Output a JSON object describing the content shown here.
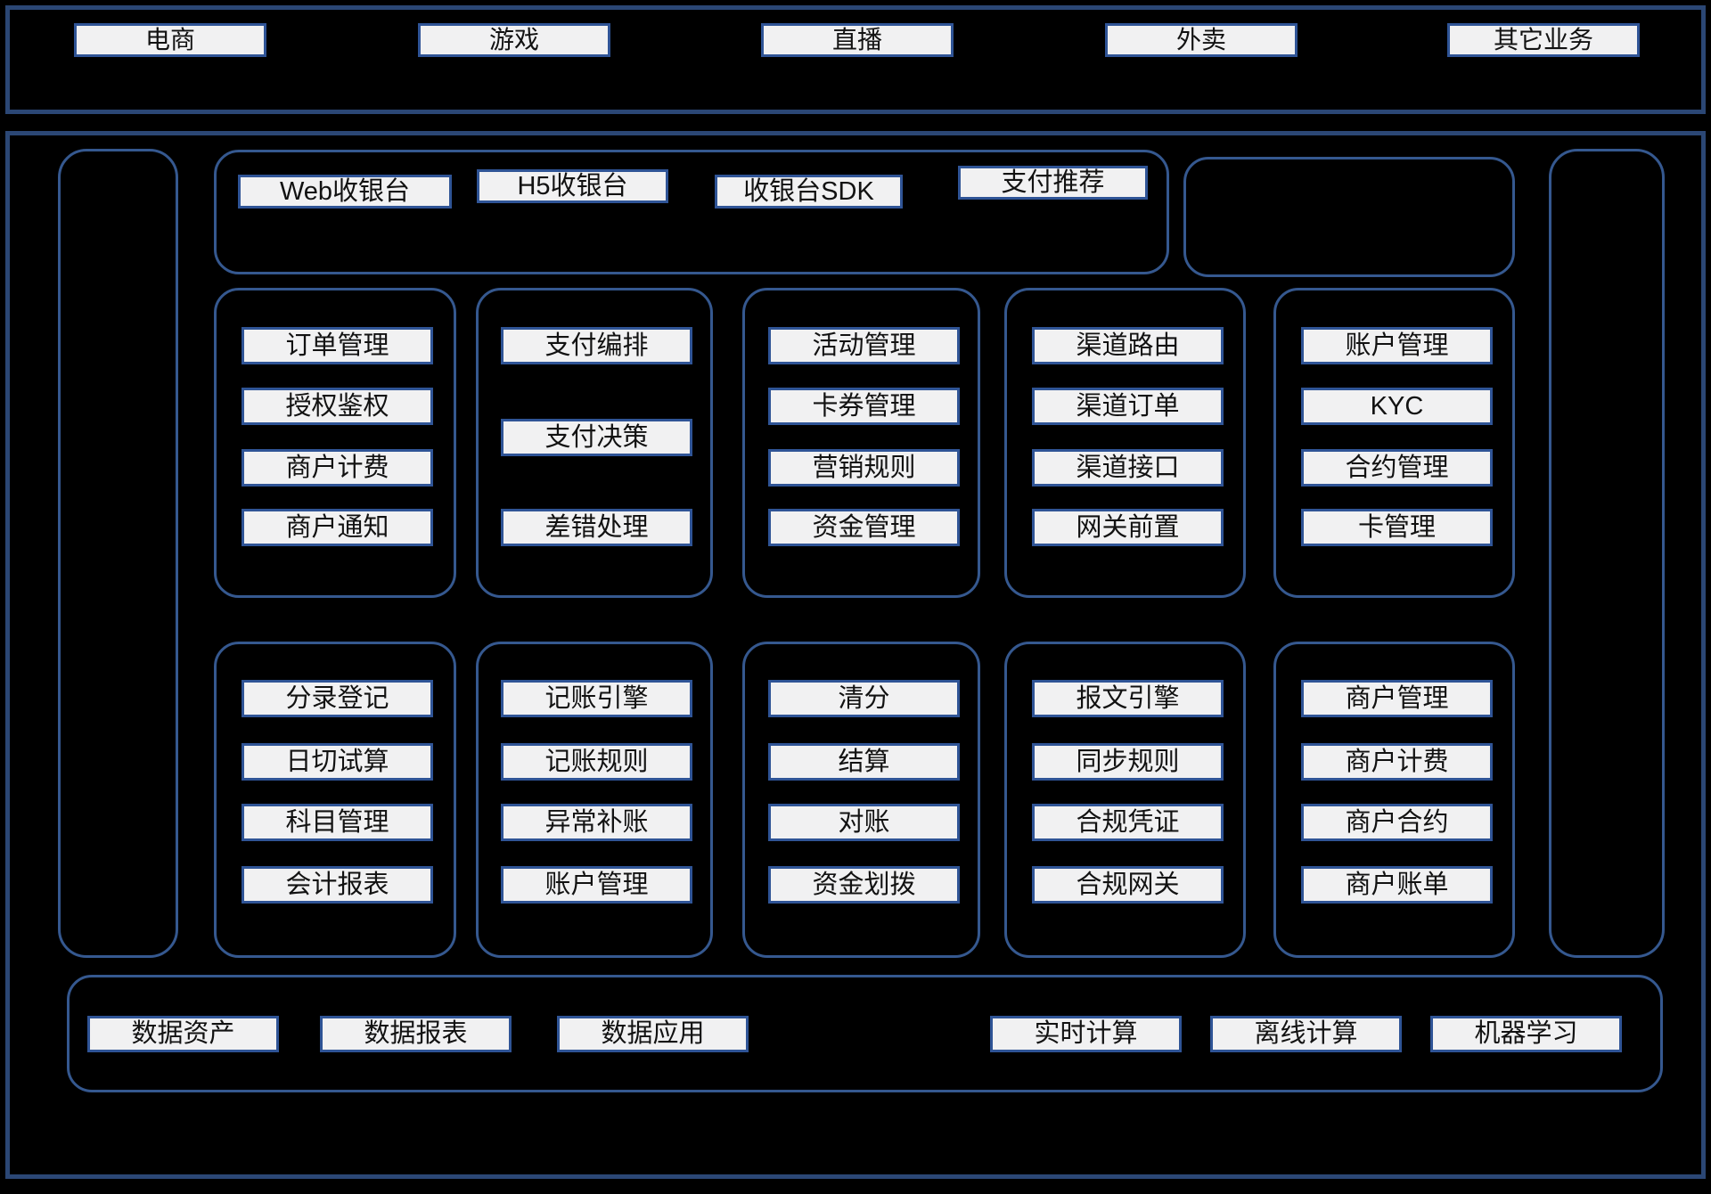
{
  "colors": {
    "background": "#000000",
    "frame_border": "#2b4775",
    "container_border": "#35588f",
    "node_border": "#2f5496",
    "node_fill": "#f1f1f2",
    "node_text": "#121212"
  },
  "business": {
    "items": [
      "电商",
      "游戏",
      "直播",
      "外卖",
      "其它业务"
    ]
  },
  "cashier": {
    "items": [
      "Web收银台",
      "H5收银台",
      "收银台SDK",
      "支付推荐"
    ]
  },
  "row1": {
    "col1": {
      "items": [
        "订单管理",
        "授权鉴权",
        "商户计费",
        "商户通知"
      ]
    },
    "col2": {
      "items": [
        "支付编排",
        "支付决策",
        "差错处理"
      ]
    },
    "col3": {
      "items": [
        "活动管理",
        "卡券管理",
        "营销规则",
        "资金管理"
      ]
    },
    "col4": {
      "items": [
        "渠道路由",
        "渠道订单",
        "渠道接口",
        "网关前置"
      ]
    },
    "col5": {
      "items": [
        "账户管理",
        "KYC",
        "合约管理",
        "卡管理"
      ]
    }
  },
  "row2": {
    "col1": {
      "items": [
        "分录登记",
        "日切试算",
        "科目管理",
        "会计报表"
      ]
    },
    "col2": {
      "items": [
        "记账引擎",
        "记账规则",
        "异常补账",
        "账户管理"
      ]
    },
    "col3": {
      "items": [
        "清分",
        "结算",
        "对账",
        "资金划拨"
      ]
    },
    "col4": {
      "items": [
        "报文引擎",
        "同步规则",
        "合规凭证",
        "合规网关"
      ]
    },
    "col5": {
      "items": [
        "商户管理",
        "商户计费",
        "商户合约",
        "商户账单"
      ]
    }
  },
  "data_platform": {
    "items": [
      "数据资产",
      "数据报表",
      "数据应用",
      "实时计算",
      "离线计算",
      "机器学习"
    ]
  }
}
